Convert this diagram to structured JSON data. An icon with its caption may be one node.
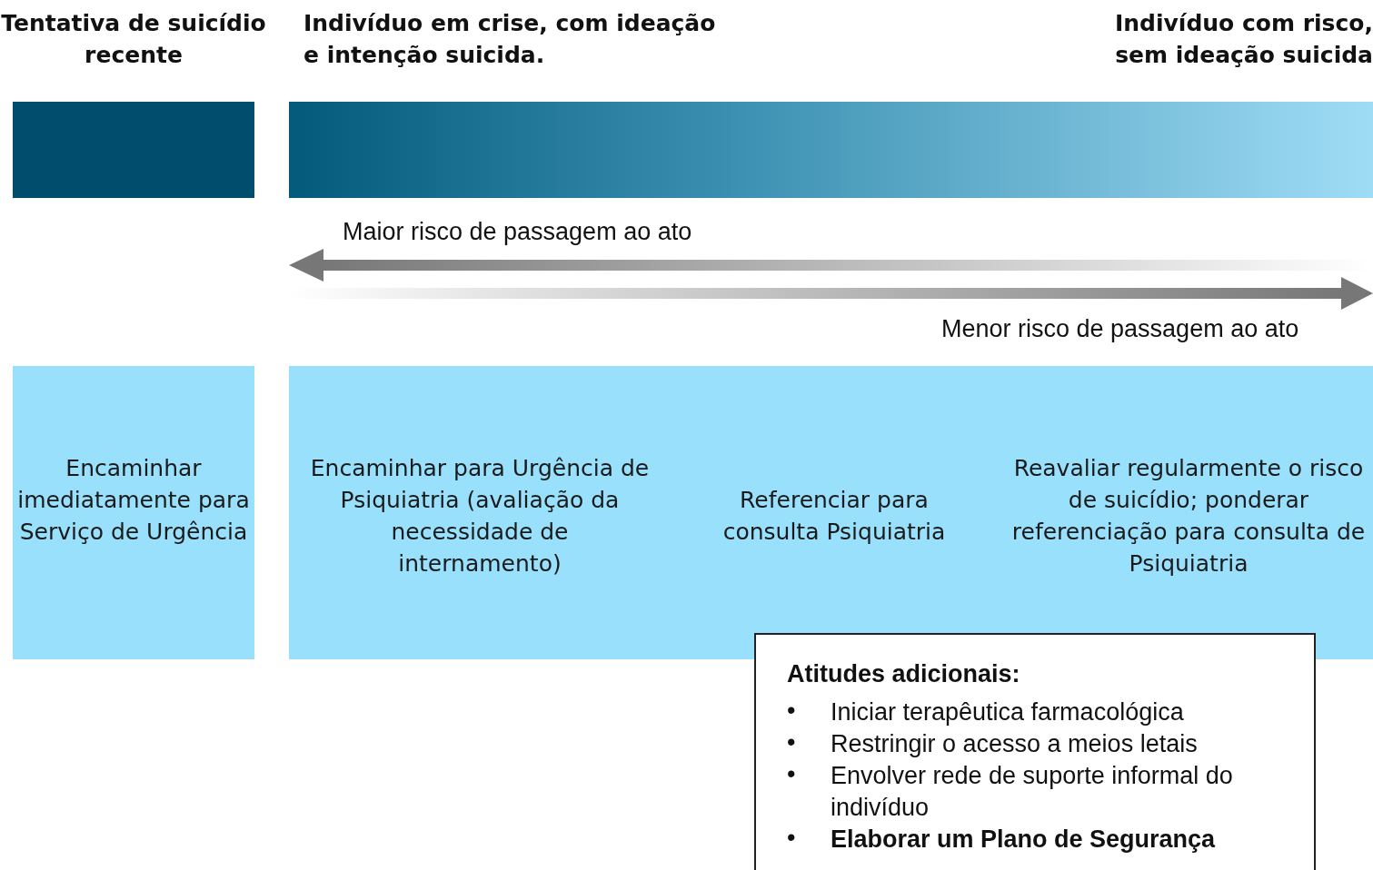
{
  "diagram": {
    "nodes": [
      {
        "text": [
          "Tentativa de suicídio recente"
        ]
      },
      {
        "text": [
          "Indivíduo em crise, com ideação e intenção suicida.",
          "Indivíduo com risco, sem ideação suicida"
        ]
      },
      {
        "text": [
          "Encaminhar imediatamente para Serviço de Urgência"
        ]
      },
      {
        "text": [
          "Encaminhar para Urgência de Psiquiatria (avaliação da necessidade de internamento)",
          "Referenciar para consulta Psiquiatria",
          "Reavaliar regularmente o risco de suicídio; ponderar referenciação para consulta de Psiquiatria"
        ]
      },
      {
        "text": [
          "Atitudes adicionais:",
          "Iniciar terapêutica farmacológica",
          "Restringir o acesso a meios letais",
          "Envolver rede de suporte informal do indivíduo",
          "Elaborar um Plano de Segurança"
        ]
      }
    ],
    "labels": [
      "Maior risco de passagem ao ato",
      "Menor risco de passagem ao ato",
      "•",
      "•",
      "•",
      "•"
    ]
  }
}
